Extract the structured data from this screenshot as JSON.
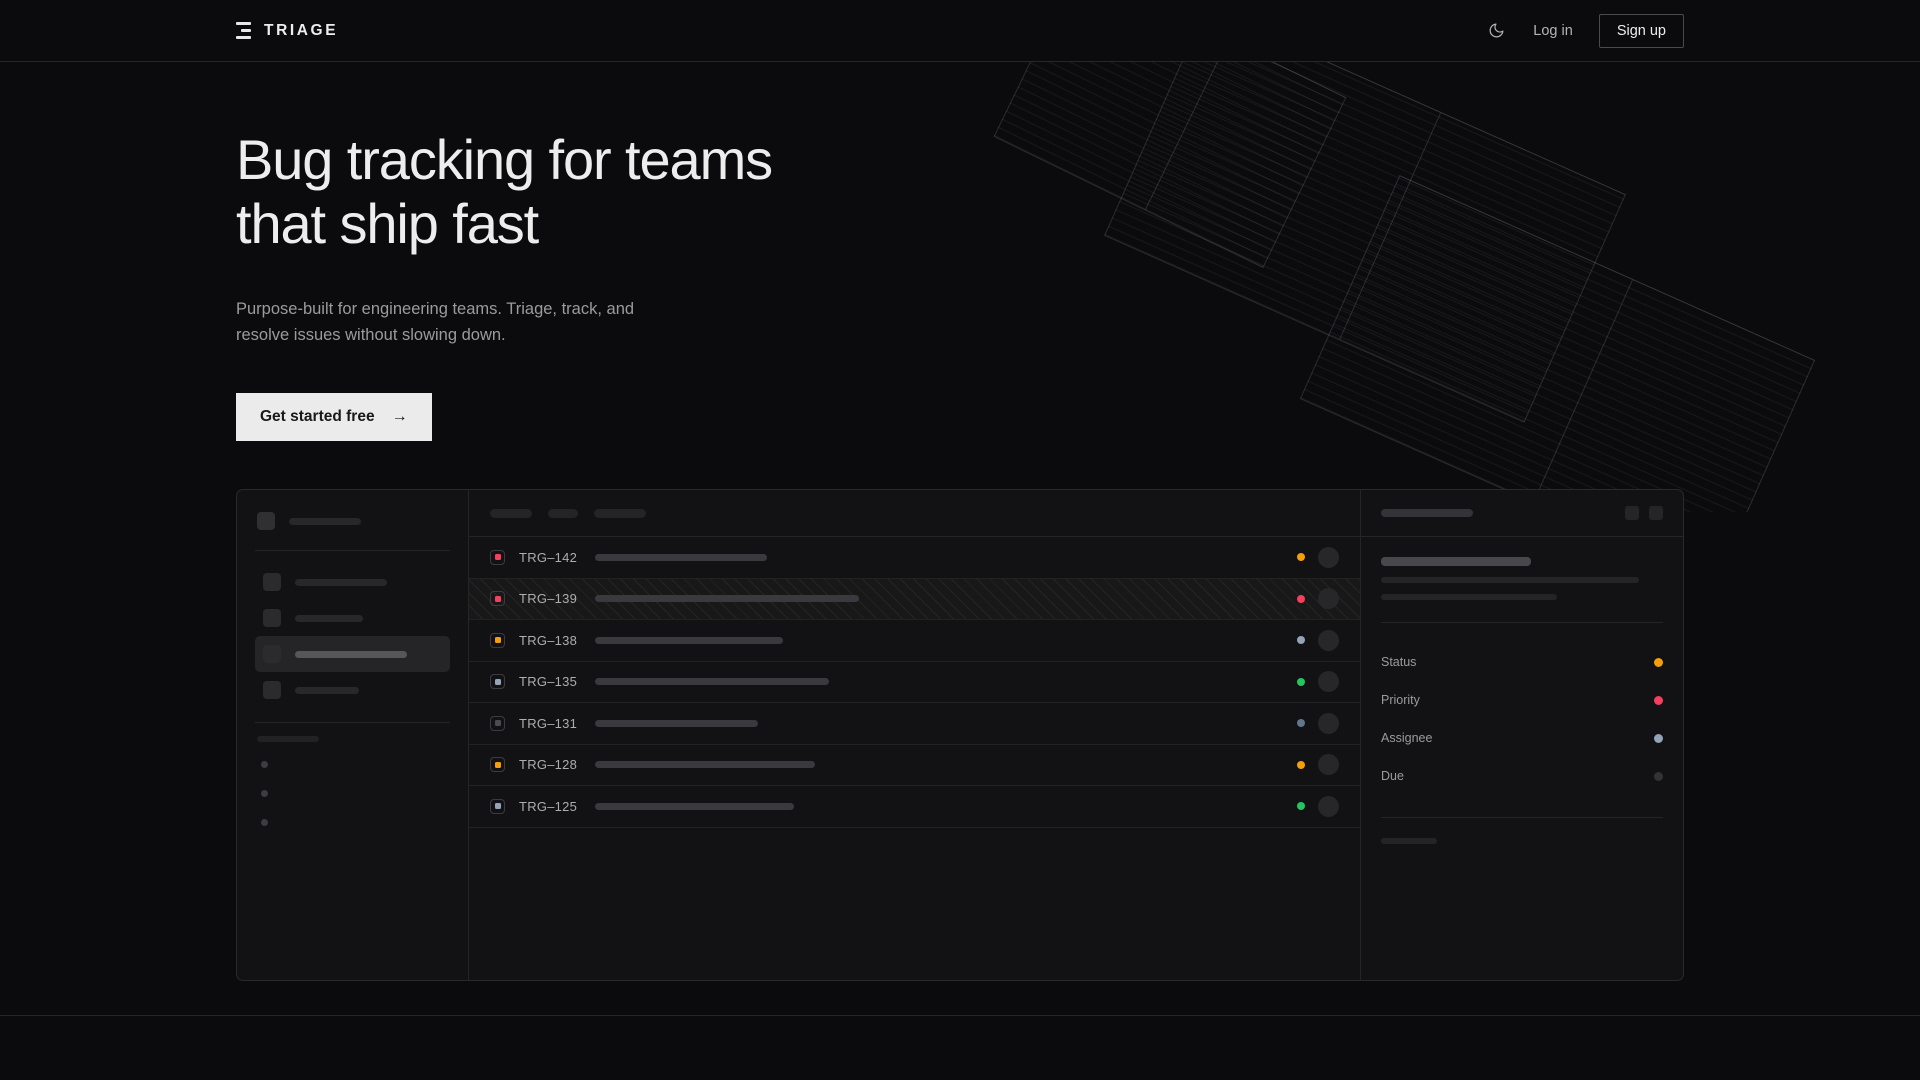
{
  "brand": {
    "name": "TRIAGE",
    "icon": "stacked-bars-logo-icon"
  },
  "header": {
    "theme_toggle_icon": "moon-icon",
    "login_label": "Log in",
    "signup_label": "Sign up"
  },
  "hero": {
    "title_line1": "Bug tracking for teams",
    "title_line2": "that ship fast",
    "subtitle_line1": "Purpose-built for engineering teams. Triage, track, and",
    "subtitle_line2": "resolve issues without slowing down.",
    "cta_label": "Get started free",
    "cta_arrow": "→"
  },
  "colors": {
    "page_bg": "#0b0b0d",
    "panel_bg": "#121214",
    "border": "#262628",
    "text_primary": "#ededed",
    "text_muted": "#9b9b9e",
    "cta_bg": "#ebebeb",
    "priority_critical": "#f43f5e",
    "priority_high": "#f59e0b",
    "priority_medium": "#94a3b8",
    "priority_low": "#3f3f46",
    "status_done": "#22c55e"
  },
  "app_mock": {
    "sidebar": {
      "nav_items": [
        {
          "active": false,
          "width": 92
        },
        {
          "active": false,
          "width": 68
        },
        {
          "active": true,
          "width": 112
        },
        {
          "active": false,
          "width": 64
        }
      ],
      "dot_items": 3
    },
    "list": {
      "filter_chips": [
        42,
        30,
        52
      ],
      "rows": [
        {
          "id": "TRG–142",
          "badge_color": "#f43f5e",
          "title_width": 172,
          "status_color": "#f59e0b",
          "hatched": false
        },
        {
          "id": "TRG–139",
          "badge_color": "#f43f5e",
          "title_width": 264,
          "status_color": "#f43f5e",
          "hatched": true
        },
        {
          "id": "TRG–138",
          "badge_color": "#f59e0b",
          "title_width": 188,
          "status_color": "#94a3b8",
          "hatched": false
        },
        {
          "id": "TRG–135",
          "badge_color": "#94a3b8",
          "title_width": 234,
          "status_color": "#22c55e",
          "hatched": false
        },
        {
          "id": "TRG–131",
          "badge_color": "#4b4b50",
          "title_width": 163,
          "status_color": "#64748b",
          "hatched": false
        },
        {
          "id": "TRG–128",
          "badge_color": "#f59e0b",
          "title_width": 220,
          "status_color": "#f59e0b",
          "hatched": false
        },
        {
          "id": "TRG–125",
          "badge_color": "#94a3b8",
          "title_width": 199,
          "status_color": "#22c55e",
          "hatched": false
        }
      ]
    },
    "detail": {
      "header_buttons": 2,
      "description_lines": [
        258,
        176
      ],
      "meta": [
        {
          "label": "Status",
          "dot_color": "#f59e0b"
        },
        {
          "label": "Priority",
          "dot_color": "#f43f5e"
        },
        {
          "label": "Assignee",
          "dot_color": "#94a3b8"
        },
        {
          "label": "Due",
          "dot_color": "#333336"
        }
      ],
      "activity_avatars": 2
    }
  }
}
